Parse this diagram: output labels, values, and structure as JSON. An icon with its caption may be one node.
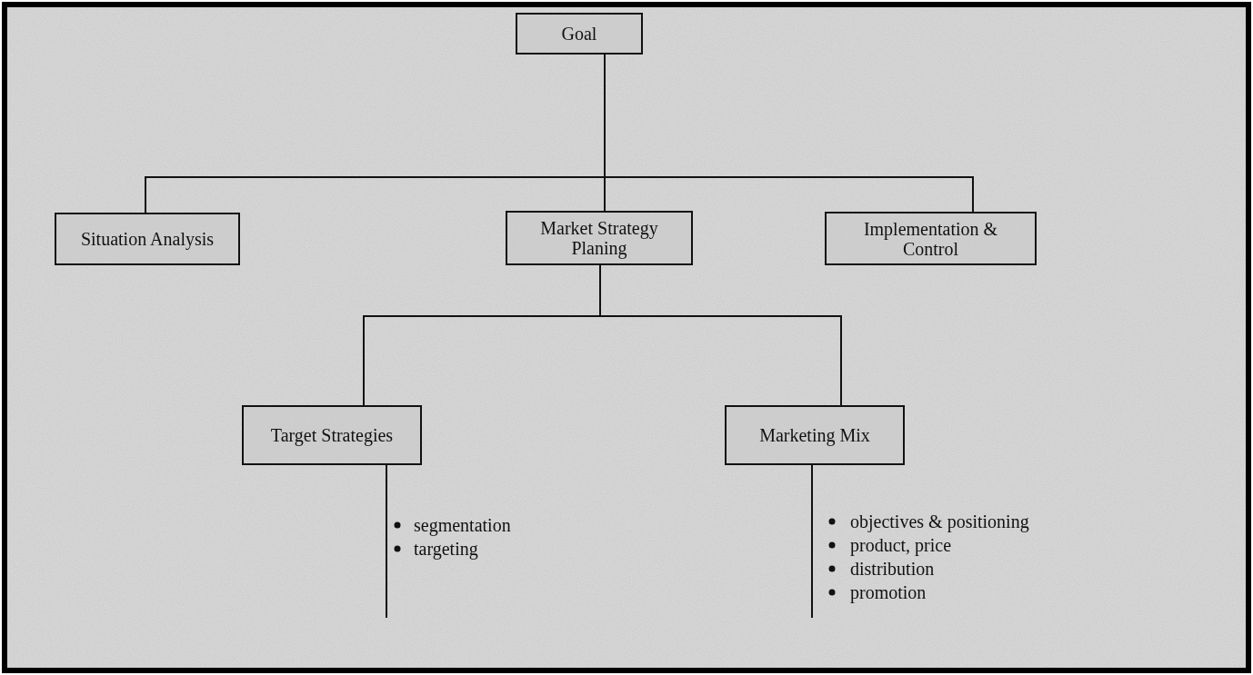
{
  "diagram": {
    "nodes": [
      {
        "text": [
          "Goal"
        ]
      },
      {
        "text": [
          "Situation Analysis"
        ]
      },
      {
        "text": [
          "Market Strategy Planing"
        ]
      },
      {
        "text": [
          "Implementation & Control"
        ]
      },
      {
        "text": [
          "Target Strategies"
        ]
      },
      {
        "text": [
          "Marketing Mix"
        ]
      }
    ],
    "edges": [
      {
        "from": 0,
        "to": 1,
        "arrow": "none"
      },
      {
        "from": 0,
        "to": 2,
        "arrow": "none"
      },
      {
        "from": 0,
        "to": 3,
        "arrow": "none"
      },
      {
        "from": 2,
        "to": 4,
        "arrow": "none"
      },
      {
        "from": 2,
        "to": 5,
        "arrow": "none"
      },
      {
        "from": 4,
        "to": null,
        "arrow": "none"
      },
      {
        "from": 5,
        "to": null,
        "arrow": "none"
      }
    ],
    "labels": [
      "segmentation",
      "targeting",
      "objectives & positioning",
      "product, price",
      "distribution",
      "promotion"
    ]
  }
}
